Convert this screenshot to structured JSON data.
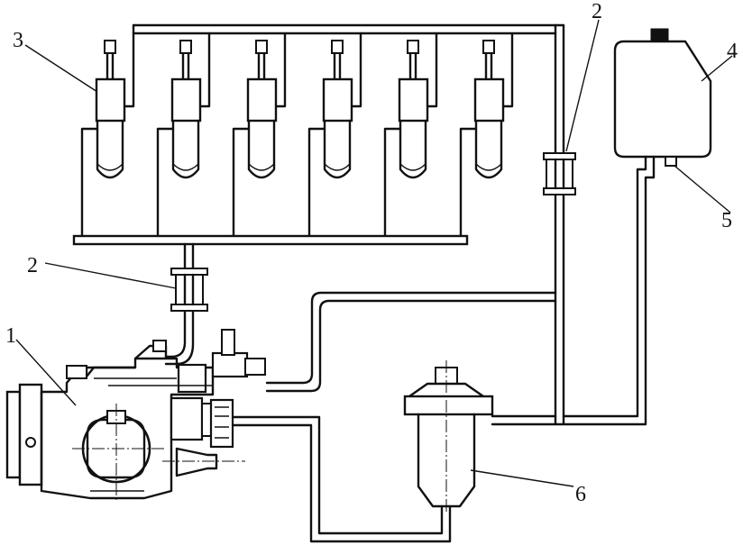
{
  "callouts": {
    "pump": "1",
    "damper_rail": "2",
    "damper_left": "2",
    "injector": "3",
    "tank": "4",
    "tank_outlet": "5",
    "filter": "6"
  }
}
